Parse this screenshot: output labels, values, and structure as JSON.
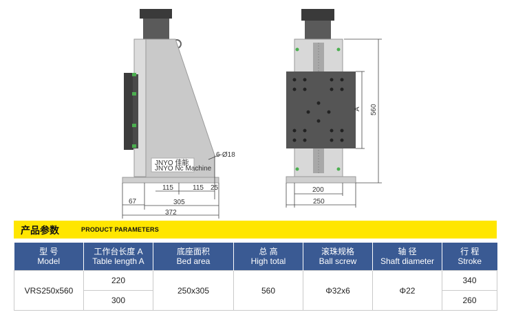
{
  "drawing": {
    "dimensions": {
      "hole_spec": "6-Ø18",
      "d115a": "115",
      "d115b": "115",
      "d25": "25",
      "d67": "67",
      "d305": "305",
      "d372": "372",
      "d200": "200",
      "d250": "250",
      "d560": "560",
      "dA": "A"
    },
    "label_brand": "JNYO 佳能",
    "label_sub": "JNYO Nc Machine"
  },
  "banner": {
    "title_cn": "产品参数",
    "title_en": "PRODUCT PARAMETERS"
  },
  "table": {
    "headers": [
      {
        "cn": "型  号",
        "en": "Model"
      },
      {
        "cn": "工作台长度 A",
        "en": "Table length A"
      },
      {
        "cn": "底座面积",
        "en": "Bed area"
      },
      {
        "cn": "总  高",
        "en": "High total"
      },
      {
        "cn": "滚珠规格",
        "en": "Ball screw"
      },
      {
        "cn": "轴  径",
        "en": "Shaft diameter"
      },
      {
        "cn": "行  程",
        "en": "Stroke"
      }
    ],
    "model": "VRS250x560",
    "table_length": [
      "220",
      "300"
    ],
    "bed_area": "250x305",
    "high_total": "560",
    "ball_screw": "Φ32x6",
    "shaft_diameter": "Φ22",
    "stroke": [
      "340",
      "260"
    ]
  }
}
